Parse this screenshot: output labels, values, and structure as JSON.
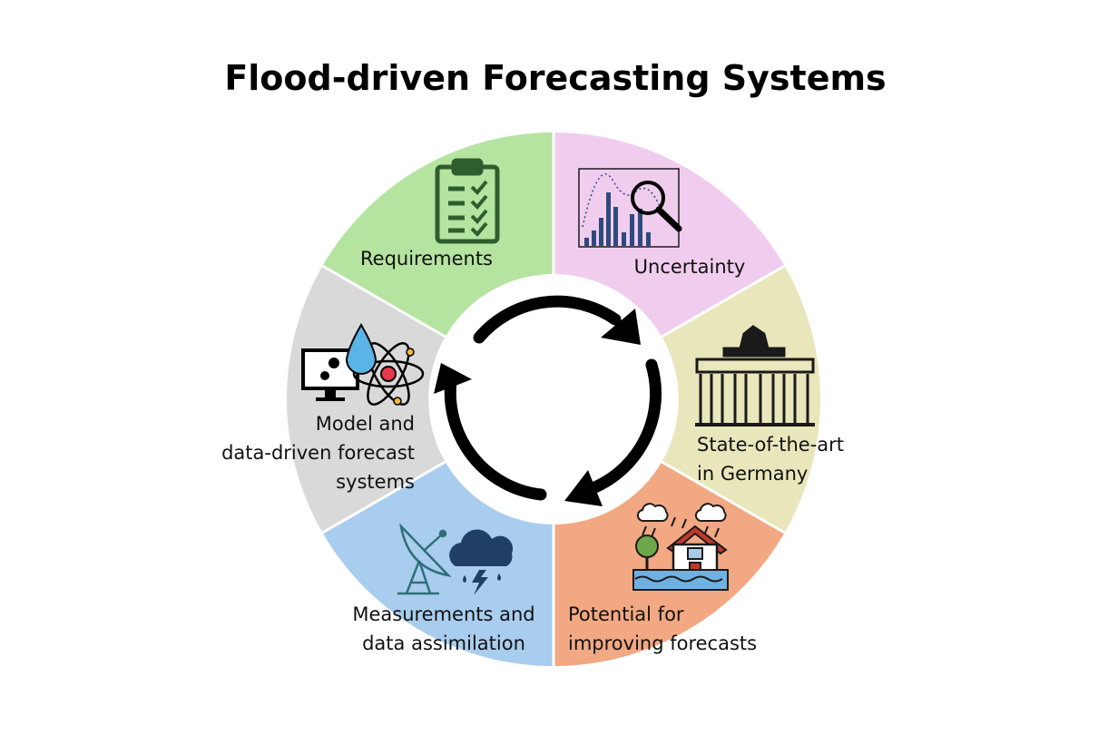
{
  "title": "Flood-driven Forecasting Systems",
  "segments": [
    {
      "id": "requirements",
      "lines": [
        "Requirements"
      ],
      "color": "#b5e4a1",
      "icon": "clipboard-checklist-icon"
    },
    {
      "id": "uncertainty",
      "lines": [
        "Uncertainty"
      ],
      "color": "#f0cdee",
      "icon": "histogram-magnifier-icon"
    },
    {
      "id": "state-of-the-art",
      "lines": [
        "State-of-the-art",
        "in Germany"
      ],
      "color": "#e9e6bb",
      "icon": "brandenburg-gate-icon"
    },
    {
      "id": "potential",
      "lines": [
        "Potential for",
        "improving forecasts"
      ],
      "color": "#f2a882",
      "icon": "flooded-house-icon"
    },
    {
      "id": "measurements",
      "lines": [
        "Measurements and",
        "data assimilation"
      ],
      "color": "#a9cdee",
      "icon": "satellite-dish-storm-cloud-icon"
    },
    {
      "id": "model",
      "lines": [
        "Model and",
        "data-driven forecast",
        "systems"
      ],
      "color": "#d9d9d9",
      "icon": "computer-water-atom-icon"
    }
  ],
  "center_icon": "cycle-arrows-icon"
}
